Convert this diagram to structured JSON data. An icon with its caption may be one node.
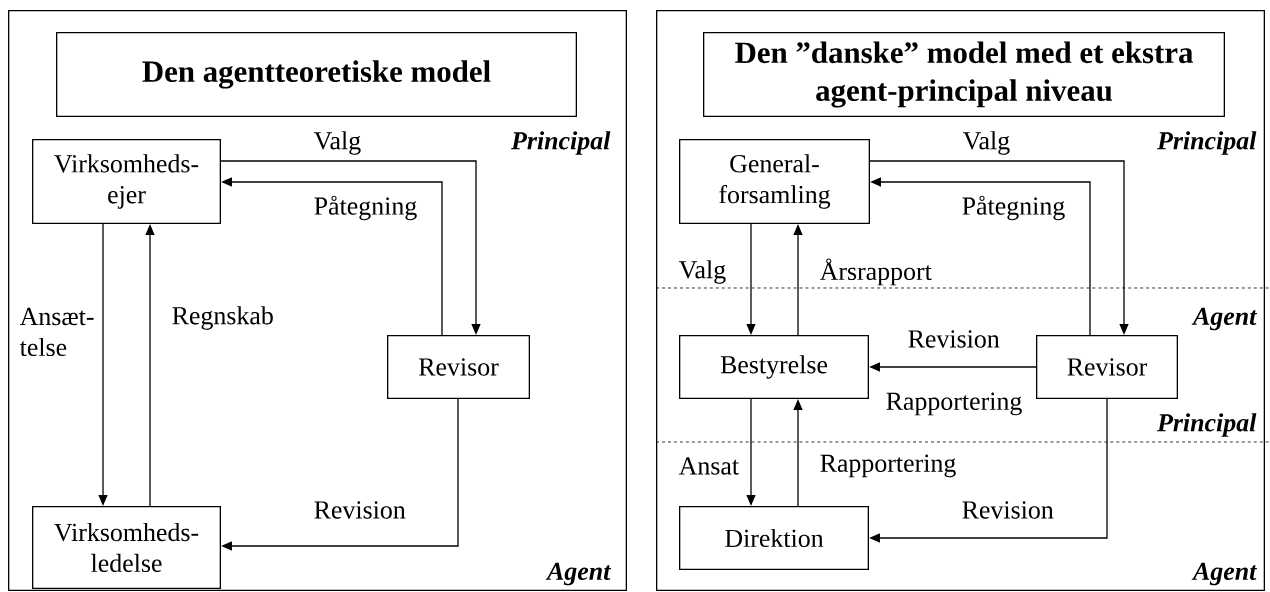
{
  "diagram": {
    "nodes": [
      {
        "text": [],
        "shape": "box"
      },
      {
        "text": [
          "Den agentteoretiske model"
        ],
        "in": 0
      },
      {
        "text": [
          "Virksomheds- ejer"
        ],
        "in": 0
      },
      {
        "text": [
          "Virksomheds- ledelse"
        ],
        "in": 0
      },
      {
        "text": [
          "Revisor"
        ],
        "in": 0
      },
      {
        "text": [],
        "shape": "box"
      },
      {
        "text": [
          "Den ”danske” model med et ekstra agent-principal niveau"
        ],
        "in": 5
      },
      {
        "text": [
          "General- forsamling"
        ],
        "in": 5
      },
      {
        "text": [
          "Bestyrelse"
        ],
        "in": 5
      },
      {
        "text": [
          "Revisor"
        ],
        "in": 5
      },
      {
        "text": [
          "Direktion"
        ],
        "in": 5
      }
    ],
    "edges": [
      {
        "from": 2,
        "to": 4,
        "arrow": "to",
        "label": "Valg"
      },
      {
        "from": 4,
        "to": 2,
        "arrow": "to",
        "label": "Påtegning"
      },
      {
        "from": 2,
        "to": 3,
        "arrow": "to",
        "label": "Ansæt- telse"
      },
      {
        "from": 3,
        "to": 2,
        "arrow": "to",
        "label": "Regnskab"
      },
      {
        "from": 4,
        "to": 3,
        "arrow": "to",
        "label": "Revision"
      },
      {
        "from": 7,
        "to": 9,
        "arrow": "to",
        "label": "Valg"
      },
      {
        "from": 9,
        "to": 7,
        "arrow": "to",
        "label": "Påtegning"
      },
      {
        "from": 7,
        "to": 8,
        "arrow": "to",
        "label": "Valg"
      },
      {
        "from": 8,
        "to": 7,
        "arrow": "to",
        "label": "Årsrapport"
      },
      {
        "from": 9,
        "to": 8,
        "arrow": "to",
        "label": "Revision"
      },
      {
        "from": 8,
        "to": 10,
        "arrow": "to",
        "label": "Ansat"
      },
      {
        "from": 10,
        "to": 8,
        "arrow": "to",
        "label": "Rapportering"
      },
      {
        "from": 9,
        "to": 10,
        "arrow": "to",
        "label": "Revision"
      }
    ],
    "labels": [
      "Principal",
      "Agent",
      "Principal",
      "Agent",
      "Rapportering",
      "Principal",
      "Agent"
    ]
  }
}
